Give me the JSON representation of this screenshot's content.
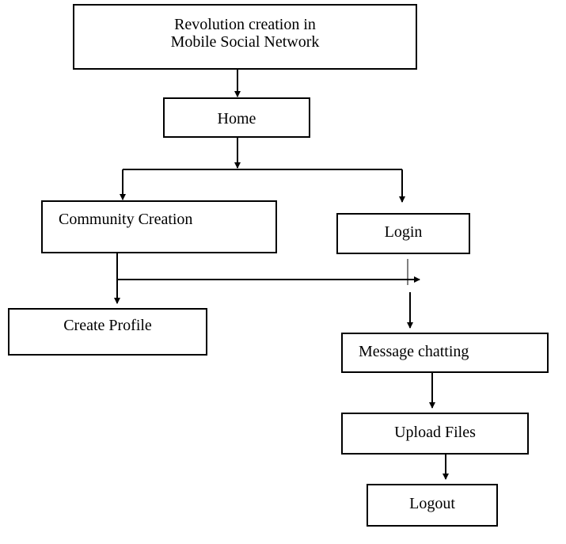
{
  "diagram": {
    "title": "Revolution creation in\nMobile Social Network",
    "nodes": {
      "home": "Home",
      "community_creation": "Community Creation",
      "login": "Login",
      "create_profile": "Create Profile",
      "message_chatting": "Message chatting",
      "upload_files": "Upload Files",
      "logout": "Logout"
    },
    "edges": [
      {
        "from": "Revolution creation in Mobile Social Network",
        "to": "Home"
      },
      {
        "from": "Home",
        "to": "Community Creation"
      },
      {
        "from": "Home",
        "to": "Login"
      },
      {
        "from": "Community Creation",
        "to": "Create Profile"
      },
      {
        "from": "Community Creation",
        "to": "Message chatting"
      },
      {
        "from": "Login",
        "to": "Message chatting"
      },
      {
        "from": "Message chatting",
        "to": "Upload Files"
      },
      {
        "from": "Upload Files",
        "to": "Logout"
      }
    ],
    "colors": {
      "line": "#000000",
      "background": "#ffffff"
    }
  }
}
